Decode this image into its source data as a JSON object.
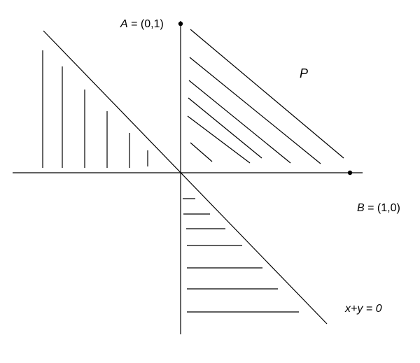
{
  "labels": {
    "point_a_letter": "A",
    "point_a_rest": " = (0,1)",
    "point_b_letter": "B",
    "point_b_rest": " = (1,0)",
    "region": "P",
    "line_equation": "x+y = 0"
  },
  "colors": {
    "ink": "#000000",
    "background": "#ffffff"
  }
}
